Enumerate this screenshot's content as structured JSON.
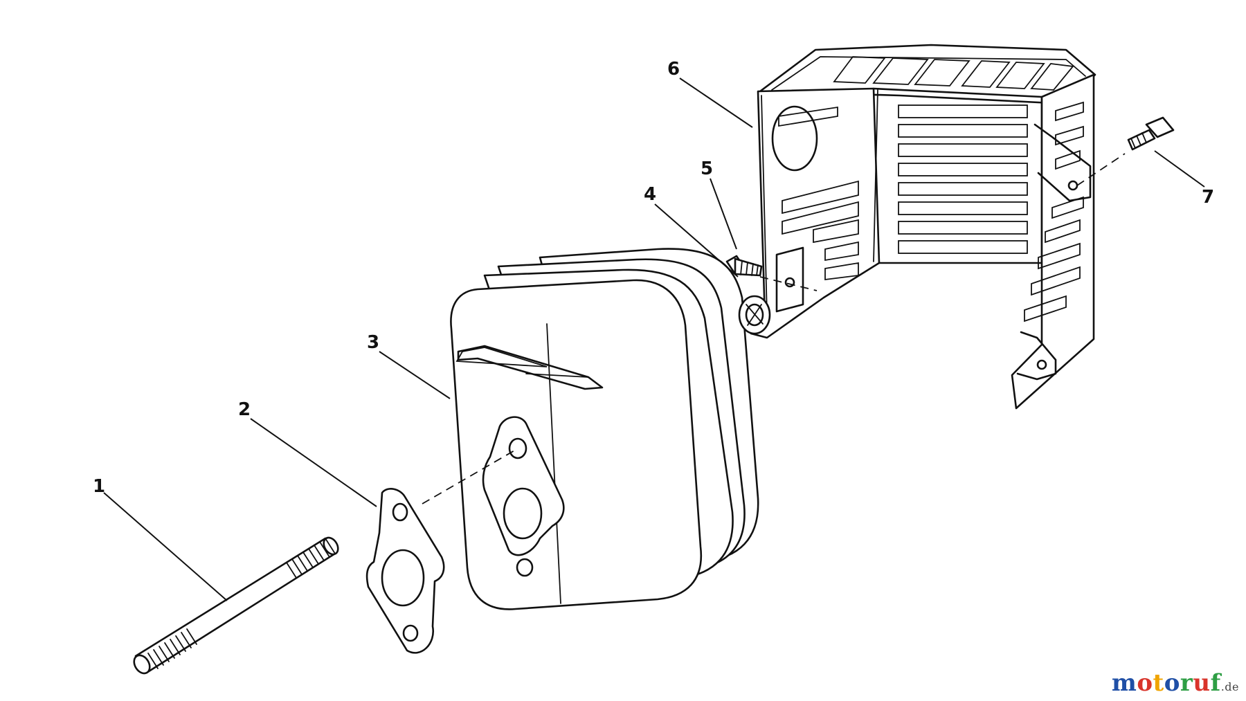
{
  "diagram": {
    "callouts": [
      {
        "id": "1",
        "label": "1"
      },
      {
        "id": "2",
        "label": "2"
      },
      {
        "id": "3",
        "label": "3"
      },
      {
        "id": "4",
        "label": "4"
      },
      {
        "id": "5",
        "label": "5"
      },
      {
        "id": "6",
        "label": "6"
      },
      {
        "id": "7",
        "label": "7"
      }
    ]
  },
  "watermark": {
    "letters": [
      {
        "ch": "m",
        "color": "#1f4fa6"
      },
      {
        "ch": "o",
        "color": "#d9342b"
      },
      {
        "ch": "t",
        "color": "#f0a400"
      },
      {
        "ch": "o",
        "color": "#1f4fa6"
      },
      {
        "ch": "r",
        "color": "#2e9e44"
      },
      {
        "ch": "u",
        "color": "#d9342b"
      },
      {
        "ch": "f",
        "color": "#2e9e44"
      }
    ],
    "tld": ".de",
    "tld_color": "#444444"
  }
}
